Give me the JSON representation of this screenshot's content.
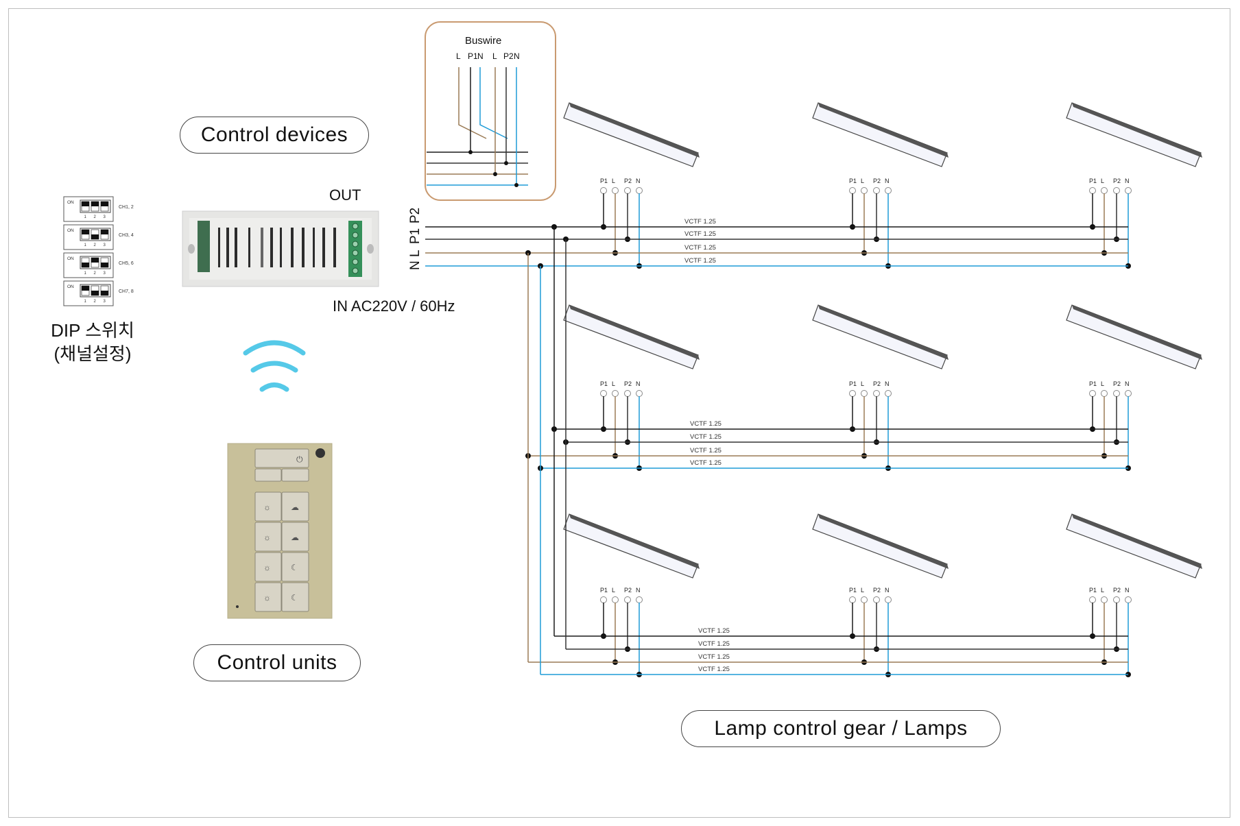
{
  "labels": {
    "control_devices": "Control devices",
    "control_units": "Control units",
    "lamp_control_gear": "Lamp control gear / Lamps",
    "out": "OUT",
    "input": "IN AC220V / 60Hz",
    "dip_line1": "DIP 스위치",
    "dip_line2": "(채널설정)",
    "buswire": "Buswire",
    "bus_terminals": [
      "L",
      "P1",
      "N",
      "L",
      "P2",
      "N"
    ],
    "main_bus": [
      "N",
      "L",
      "P1",
      "P2"
    ],
    "lamp_terminals": [
      "P1",
      "L",
      "P2",
      "N"
    ],
    "cable_label": "VCTF 1.25"
  },
  "dip_switches": [
    {
      "label": "CH1, 2",
      "on": "ON",
      "numbers": [
        "1",
        "2",
        "3"
      ]
    },
    {
      "label": "CH3, 4",
      "on": "ON",
      "numbers": [
        "1",
        "2",
        "3"
      ]
    },
    {
      "label": "CH5, 6",
      "on": "ON",
      "numbers": [
        "1",
        "2",
        "3"
      ]
    },
    {
      "label": "CH7, 8",
      "on": "ON",
      "numbers": [
        "1",
        "2",
        "3"
      ]
    }
  ],
  "colors": {
    "wire_p1": "#1a1a1a",
    "wire_p2": "#333333",
    "wire_l": "#9a7a55",
    "wire_n": "#1e9bd7",
    "wifi": "#55c9e8",
    "callout_border": "#c99a70",
    "panel_bg": "#c8c09a"
  },
  "icons": [
    "wireless-signal-icon",
    "power-icon",
    "sun-icon",
    "cloud-sun-icon",
    "cloud-icon",
    "moon-icon"
  ]
}
